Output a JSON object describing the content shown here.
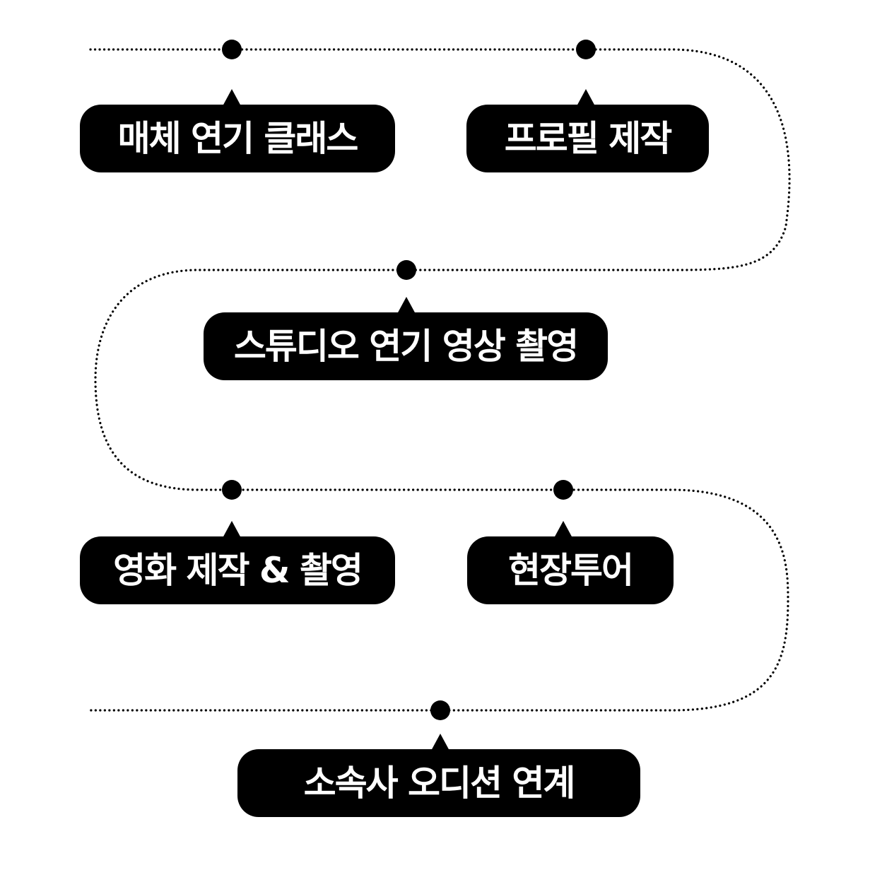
{
  "diagram": {
    "steps": [
      {
        "label": "매체 연기 클래스"
      },
      {
        "label": "프로필 제작"
      },
      {
        "label": "스튜디오 연기 영상 촬영"
      },
      {
        "label": "영화 제작 & 촬영"
      },
      {
        "label": "현장투어"
      },
      {
        "label": "소속사 오디션 연계"
      }
    ]
  }
}
